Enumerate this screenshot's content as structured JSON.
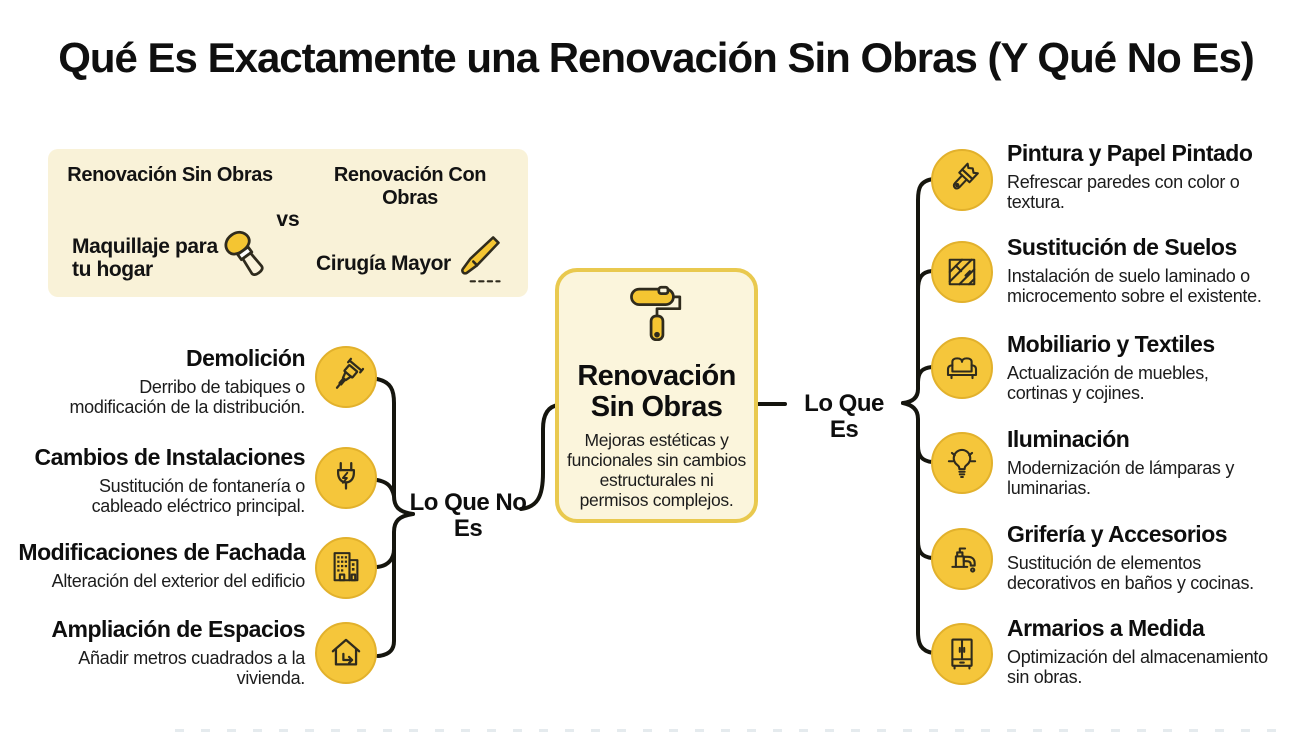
{
  "title": "Qué Es Exactamente una Renovación Sin Obras (Y Qué No Es)",
  "comparison": {
    "left": {
      "heading": "Renovación Sin Obras",
      "label": "Maquillaje para\ntu hogar",
      "icon": "makeup-brush-icon"
    },
    "vs": "vs",
    "right": {
      "heading": "Renovación Con Obras",
      "label": "Cirugía Mayor",
      "icon": "scalpel-icon"
    }
  },
  "center": {
    "icon": "paint-roller-icon",
    "title": "Renovación\nSin Obras",
    "description": "Mejoras estéticas y\nfuncionales sin cambios\nestructurales ni\npermisos complejos."
  },
  "branches": {
    "not": {
      "label": "Lo Que No\nEs",
      "items": [
        {
          "title": "Demolición",
          "description": "Derribo de tabiques o\nmodificación de la distribución.",
          "icon": "jackhammer-icon"
        },
        {
          "title": "Cambios de Instalaciones",
          "description": "Sustitución de fontanería o\ncableado eléctrico principal.",
          "icon": "electric-plug-icon"
        },
        {
          "title": "Modificaciones de Fachada",
          "description": "Alteración del exterior del edificio",
          "icon": "building-icon"
        },
        {
          "title": "Ampliación de Espacios",
          "description": "Añadir metros cuadrados a la\nvivienda.",
          "icon": "house-expand-icon"
        }
      ]
    },
    "is": {
      "label": "Lo Que Es",
      "items": [
        {
          "title": "Pintura y Papel Pintado",
          "description": "Refrescar paredes con color o\ntextura.",
          "icon": "paintbrush-icon"
        },
        {
          "title": "Sustitución de Suelos",
          "description": "Instalación de suelo laminado o\nmicrocemento sobre el existente.",
          "icon": "floor-tiles-icon"
        },
        {
          "title": "Mobiliario y Textiles",
          "description": "Actualización de muebles,\ncortinas y cojines.",
          "icon": "sofa-icon"
        },
        {
          "title": "Iluminación",
          "description": "Modernización de lámparas y\nluminarias.",
          "icon": "lightbulb-icon"
        },
        {
          "title": "Grifería y Accesorios",
          "description": "Sustitución de elementos\ndecorativos en baños y cocinas.",
          "icon": "faucet-icon"
        },
        {
          "title": "Armarios a Medida",
          "description": "Optimización del almacenamiento\nsin obras.",
          "icon": "wardrobe-icon"
        }
      ]
    }
  },
  "colors": {
    "accent_gold": "#F5C63B",
    "cream_box": "#F9F2D8",
    "center_fill": "#FBF5DC",
    "center_border": "#E9C94F",
    "line": "#15150E",
    "text": "#111111"
  }
}
